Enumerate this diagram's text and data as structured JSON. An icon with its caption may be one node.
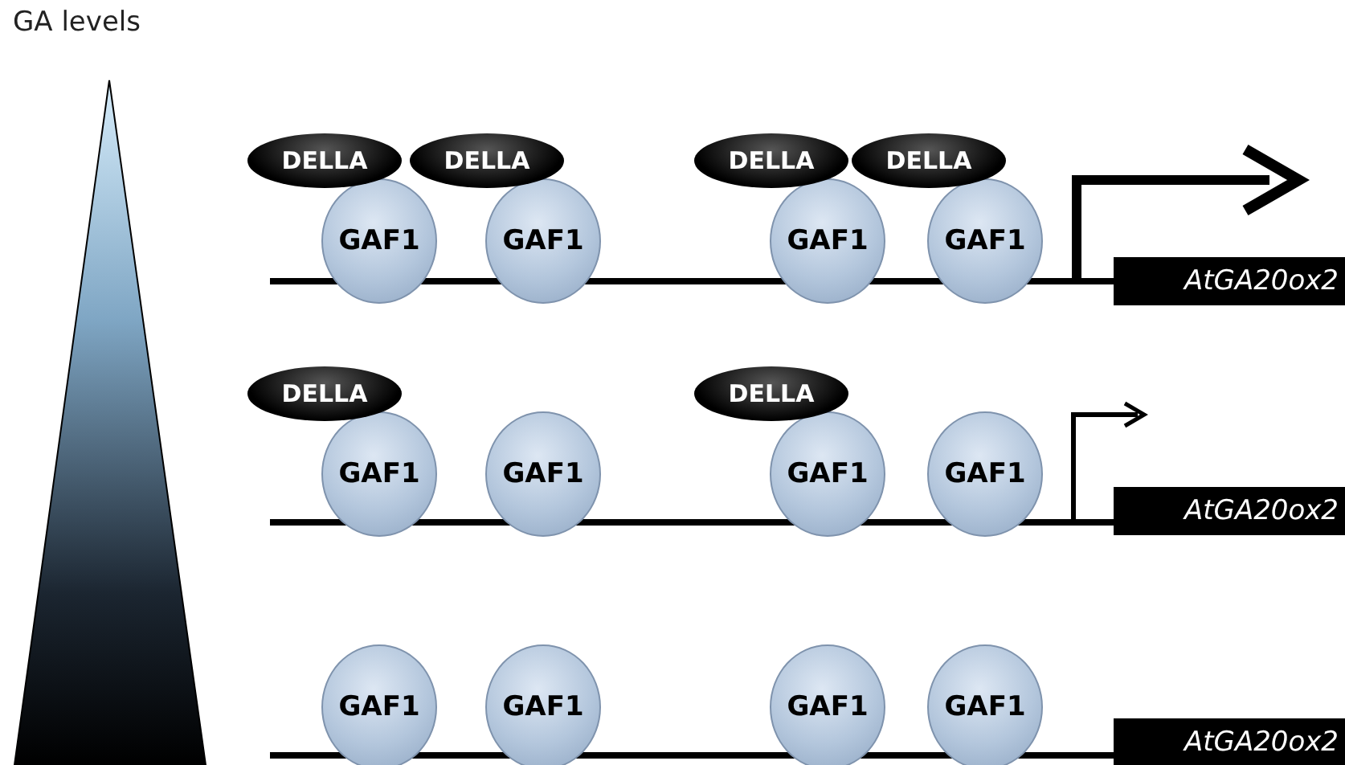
{
  "diagram": {
    "nodes": [
      {
        "text": [
          "DELLA"
        ]
      },
      {
        "text": [
          "DELLA"
        ]
      },
      {
        "text": [
          "DELLA"
        ]
      },
      {
        "text": [
          "DELLA"
        ]
      },
      {
        "text": [
          "GAF1"
        ]
      },
      {
        "text": [
          "GAF1"
        ]
      },
      {
        "text": [
          "GAF1"
        ]
      },
      {
        "text": [
          "GAF1"
        ]
      },
      {
        "text": [
          "AtGA20ox2"
        ]
      },
      {
        "text": [
          "DELLA"
        ]
      },
      {
        "text": [
          "DELLA"
        ]
      },
      {
        "text": [
          "GAF1"
        ]
      },
      {
        "text": [
          "GAF1"
        ]
      },
      {
        "text": [
          "GAF1"
        ]
      },
      {
        "text": [
          "GAF1"
        ]
      },
      {
        "text": [
          "AtGA20ox2"
        ]
      },
      {
        "text": [
          "GAF1"
        ]
      },
      {
        "text": [
          "GAF1"
        ]
      },
      {
        "text": [
          "GAF1"
        ]
      },
      {
        "text": [
          "GAF1"
        ]
      },
      {
        "text": [
          "AtGA20ox2"
        ]
      },
      {
        "text": [],
        "shape": "triangle"
      }
    ],
    "edges": [],
    "labels": [
      "GA levels"
    ]
  }
}
